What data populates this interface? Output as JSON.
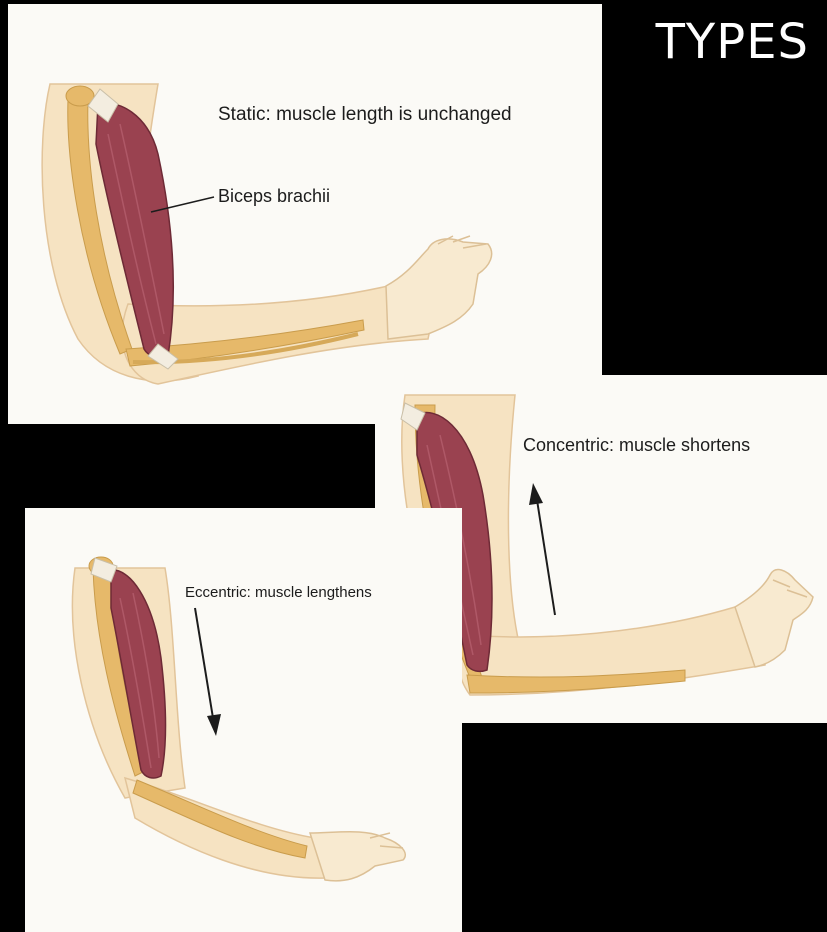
{
  "slide": {
    "title": "TYPES"
  },
  "panels": {
    "static": {
      "caption": "Static: muscle length is unchanged",
      "label": "Biceps brachii"
    },
    "concentric": {
      "caption": "Concentric: muscle shortens"
    },
    "eccentric": {
      "caption": "Eccentric: muscle lengthens"
    }
  },
  "colors": {
    "skin": "#f6e3c2",
    "bone": "#e6b96a",
    "muscle": "#9a4250",
    "background": "#000000",
    "panel": "#fbfaf6"
  }
}
